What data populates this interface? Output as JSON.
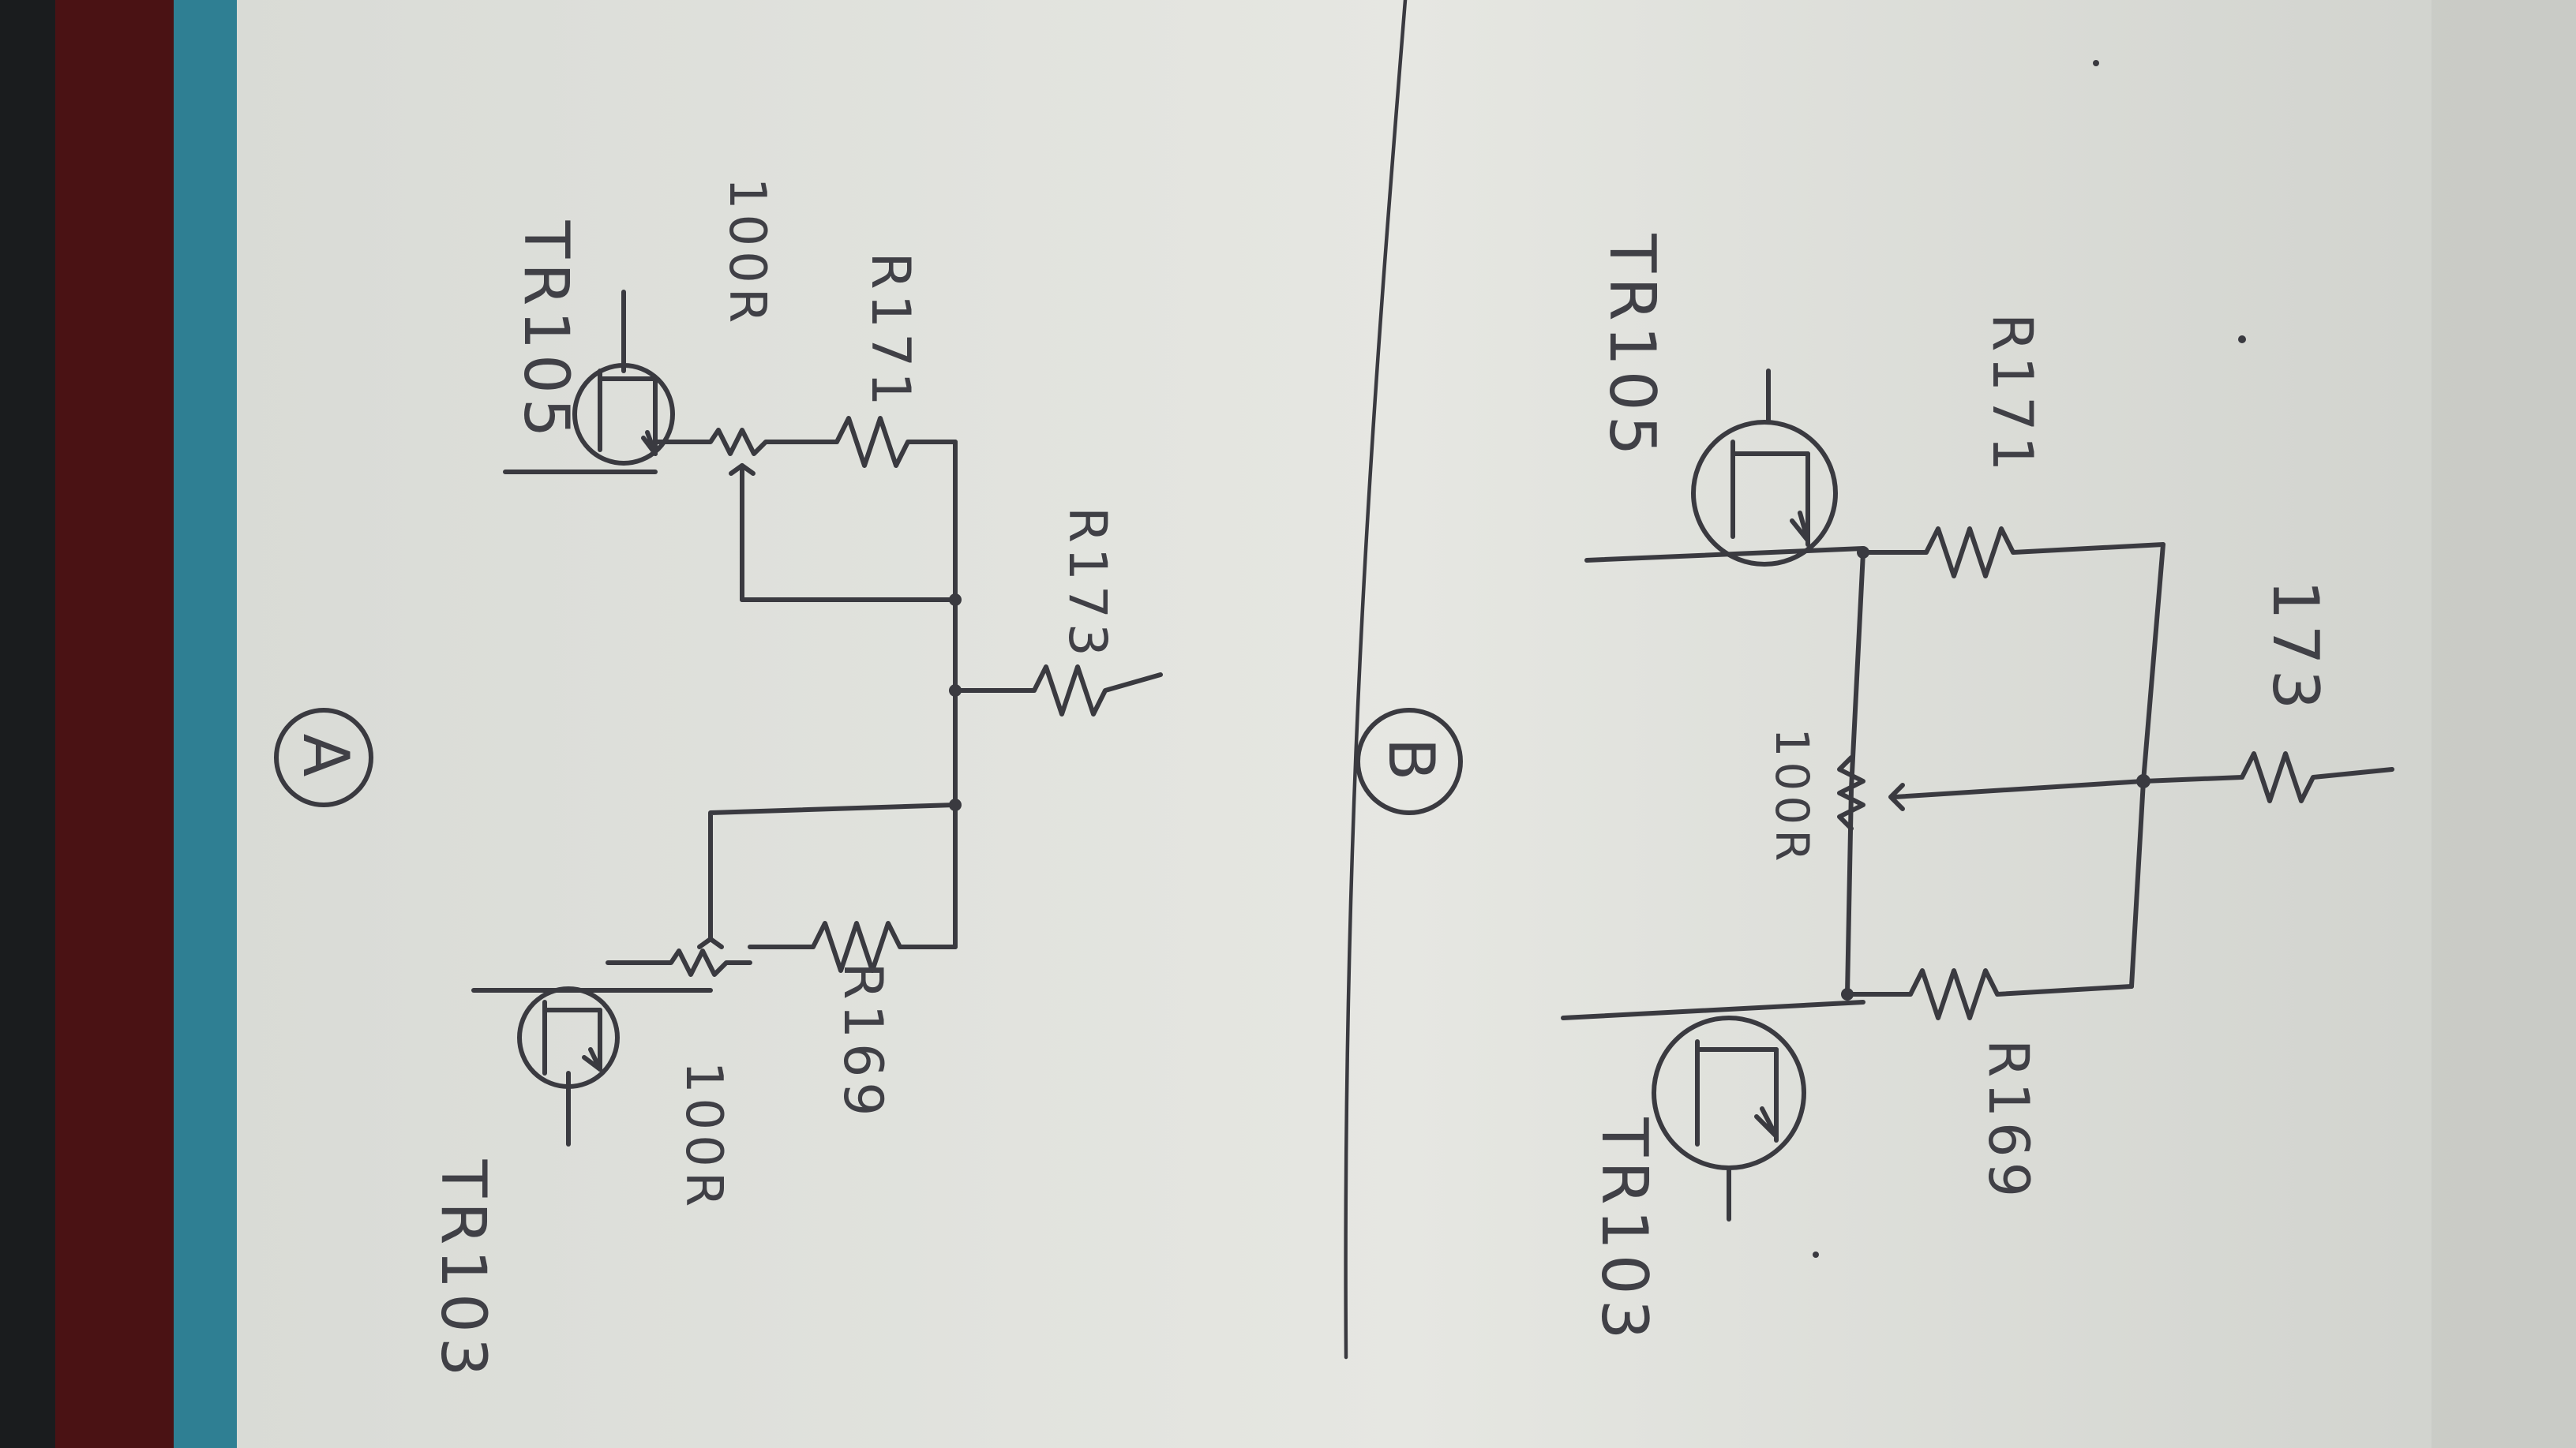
{
  "circuit_a": {
    "label": "A",
    "transistor_left": "TR103",
    "transistor_right": "TR105",
    "pot_left": "100R",
    "pot_right": "100R",
    "resistor_left": "R169",
    "resistor_right": "R171",
    "resistor_common": "R173"
  },
  "circuit_b": {
    "label": "B",
    "transistor_left": "TR103",
    "transistor_right": "TR105",
    "pot": "100R",
    "resistor_left": "R169",
    "resistor_right": "R171",
    "resistor_common": "173"
  },
  "colors": {
    "paper": "#e4e5e0",
    "ink": "#3a3a40",
    "background_dark": "#1a1c1e",
    "background_red": "#4a1214",
    "background_teal": "#2f7f93"
  }
}
